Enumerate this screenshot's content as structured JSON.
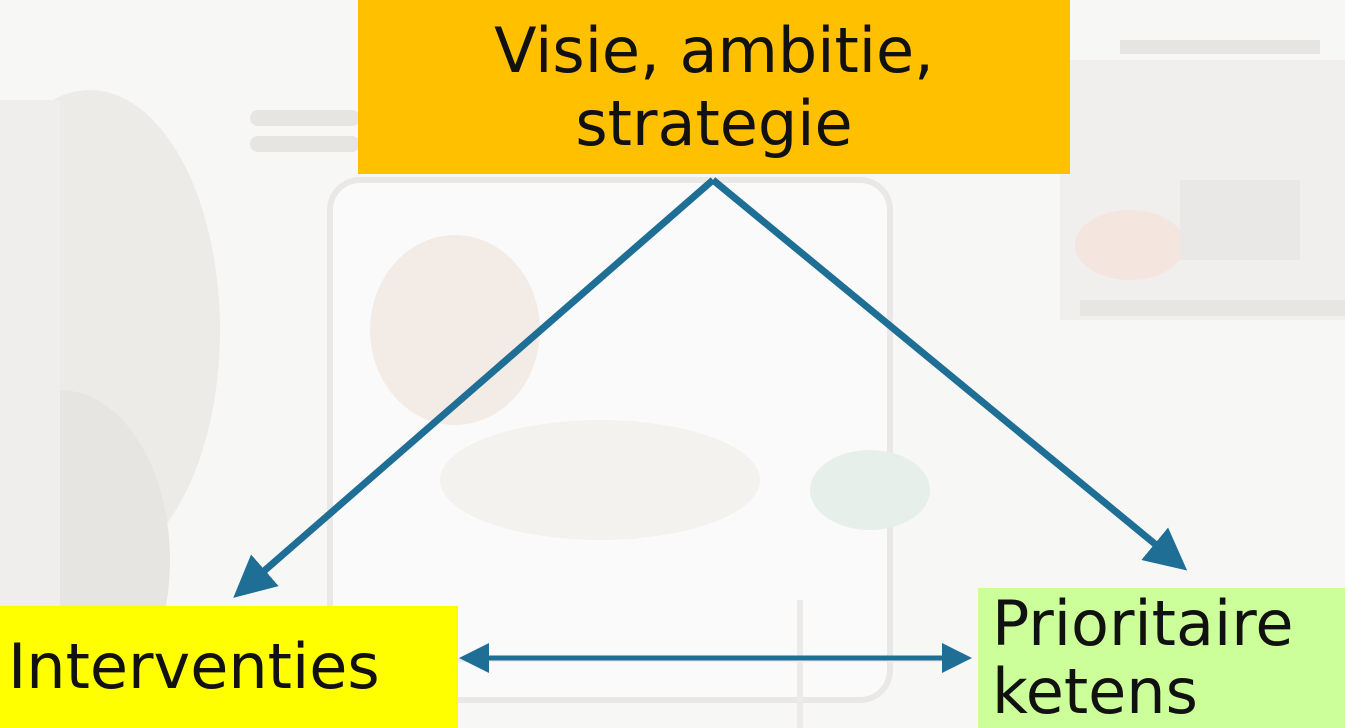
{
  "diagram": {
    "top_box": {
      "line1": "Visie, ambitie,",
      "line2": "strategie",
      "color": "#ffc000"
    },
    "left_box": {
      "label": "Interventies",
      "color": "#ffff00"
    },
    "right_box": {
      "line1": "Prioritaire",
      "line2": "ketens",
      "color": "#ccff99"
    },
    "arrow_color": "#1f6e96",
    "connections": [
      {
        "from": "top_box",
        "to": "left_box",
        "direction": "one-way"
      },
      {
        "from": "top_box",
        "to": "right_box",
        "direction": "one-way"
      },
      {
        "from": "left_box",
        "to": "right_box",
        "direction": "two-way"
      }
    ]
  }
}
